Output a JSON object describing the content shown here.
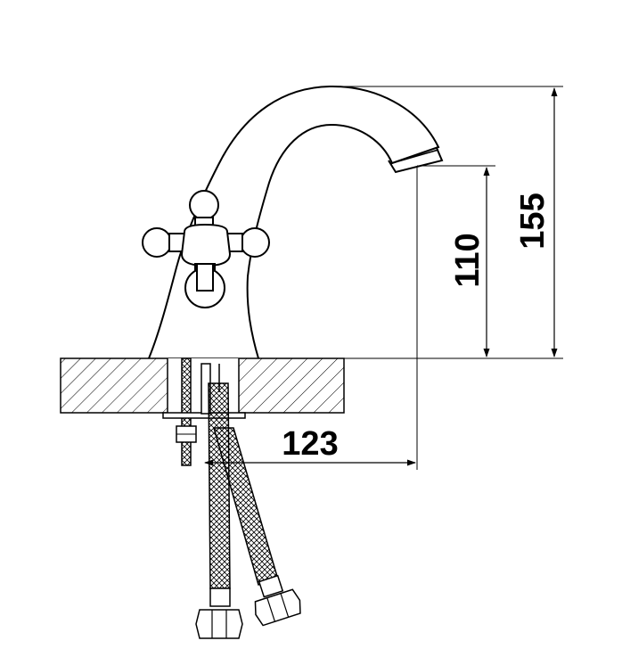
{
  "dimensions": {
    "total_height": "155",
    "spout_height": "110",
    "spout_reach": "123"
  },
  "colors": {
    "line": "#000000",
    "background": "#ffffff"
  }
}
